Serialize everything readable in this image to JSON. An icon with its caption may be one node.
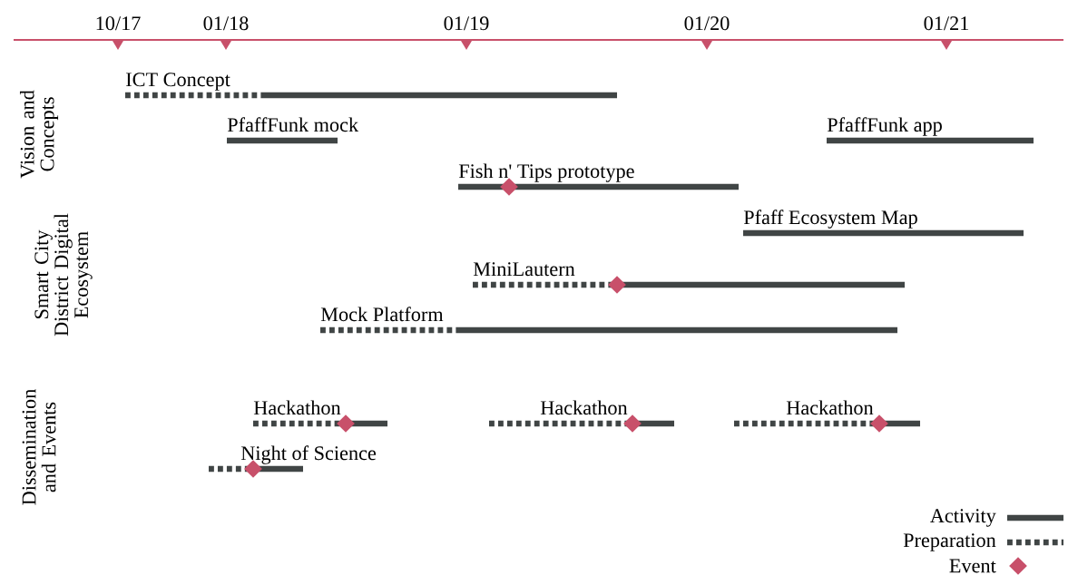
{
  "diagram": {
    "labels": [
      "10/17",
      "01/18",
      "01/19",
      "01/20",
      "01/21",
      "Vision and Concepts",
      "ICT Concept",
      "PfaffFunk mock",
      "PfaffFunk app",
      "Fish n' Tips prototype",
      "Smart City District Digital Ecosystem",
      "Pfaff Ecosystem Map",
      "MiniLautern",
      "Mock Platform",
      "Dissemination and Events",
      "Hackathon",
      "Hackathon",
      "Hackathon",
      "Night of Science"
    ],
    "legend": [
      {
        "text": "Activity"
      },
      {
        "text": "Preparation"
      },
      {
        "text": "Event"
      }
    ]
  }
}
